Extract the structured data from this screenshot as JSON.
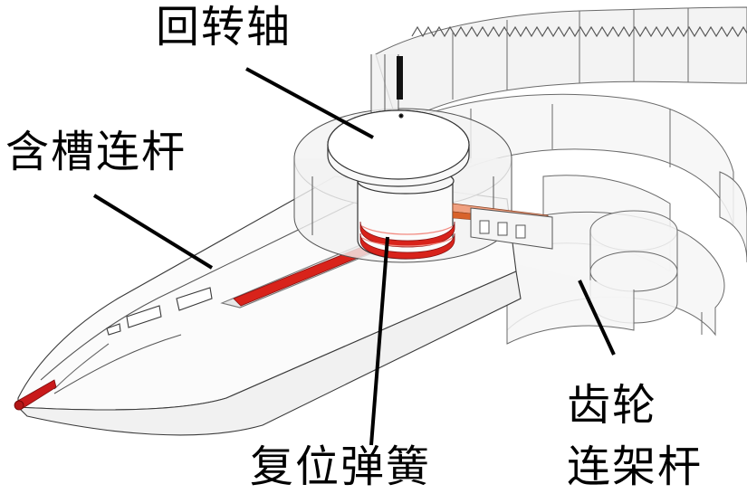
{
  "labels": {
    "rotation_axis": "回转轴",
    "slotted_link": "含槽连杆",
    "return_spring": "复位弹簧",
    "gear_link_line1": "齿轮",
    "gear_link_line2": "连架杆"
  },
  "colors": {
    "outline": "#3a3a3a",
    "glass": "#f2f2f2",
    "spring": "#d8231b",
    "spring_light": "#f0a080",
    "leader": "#000000"
  }
}
